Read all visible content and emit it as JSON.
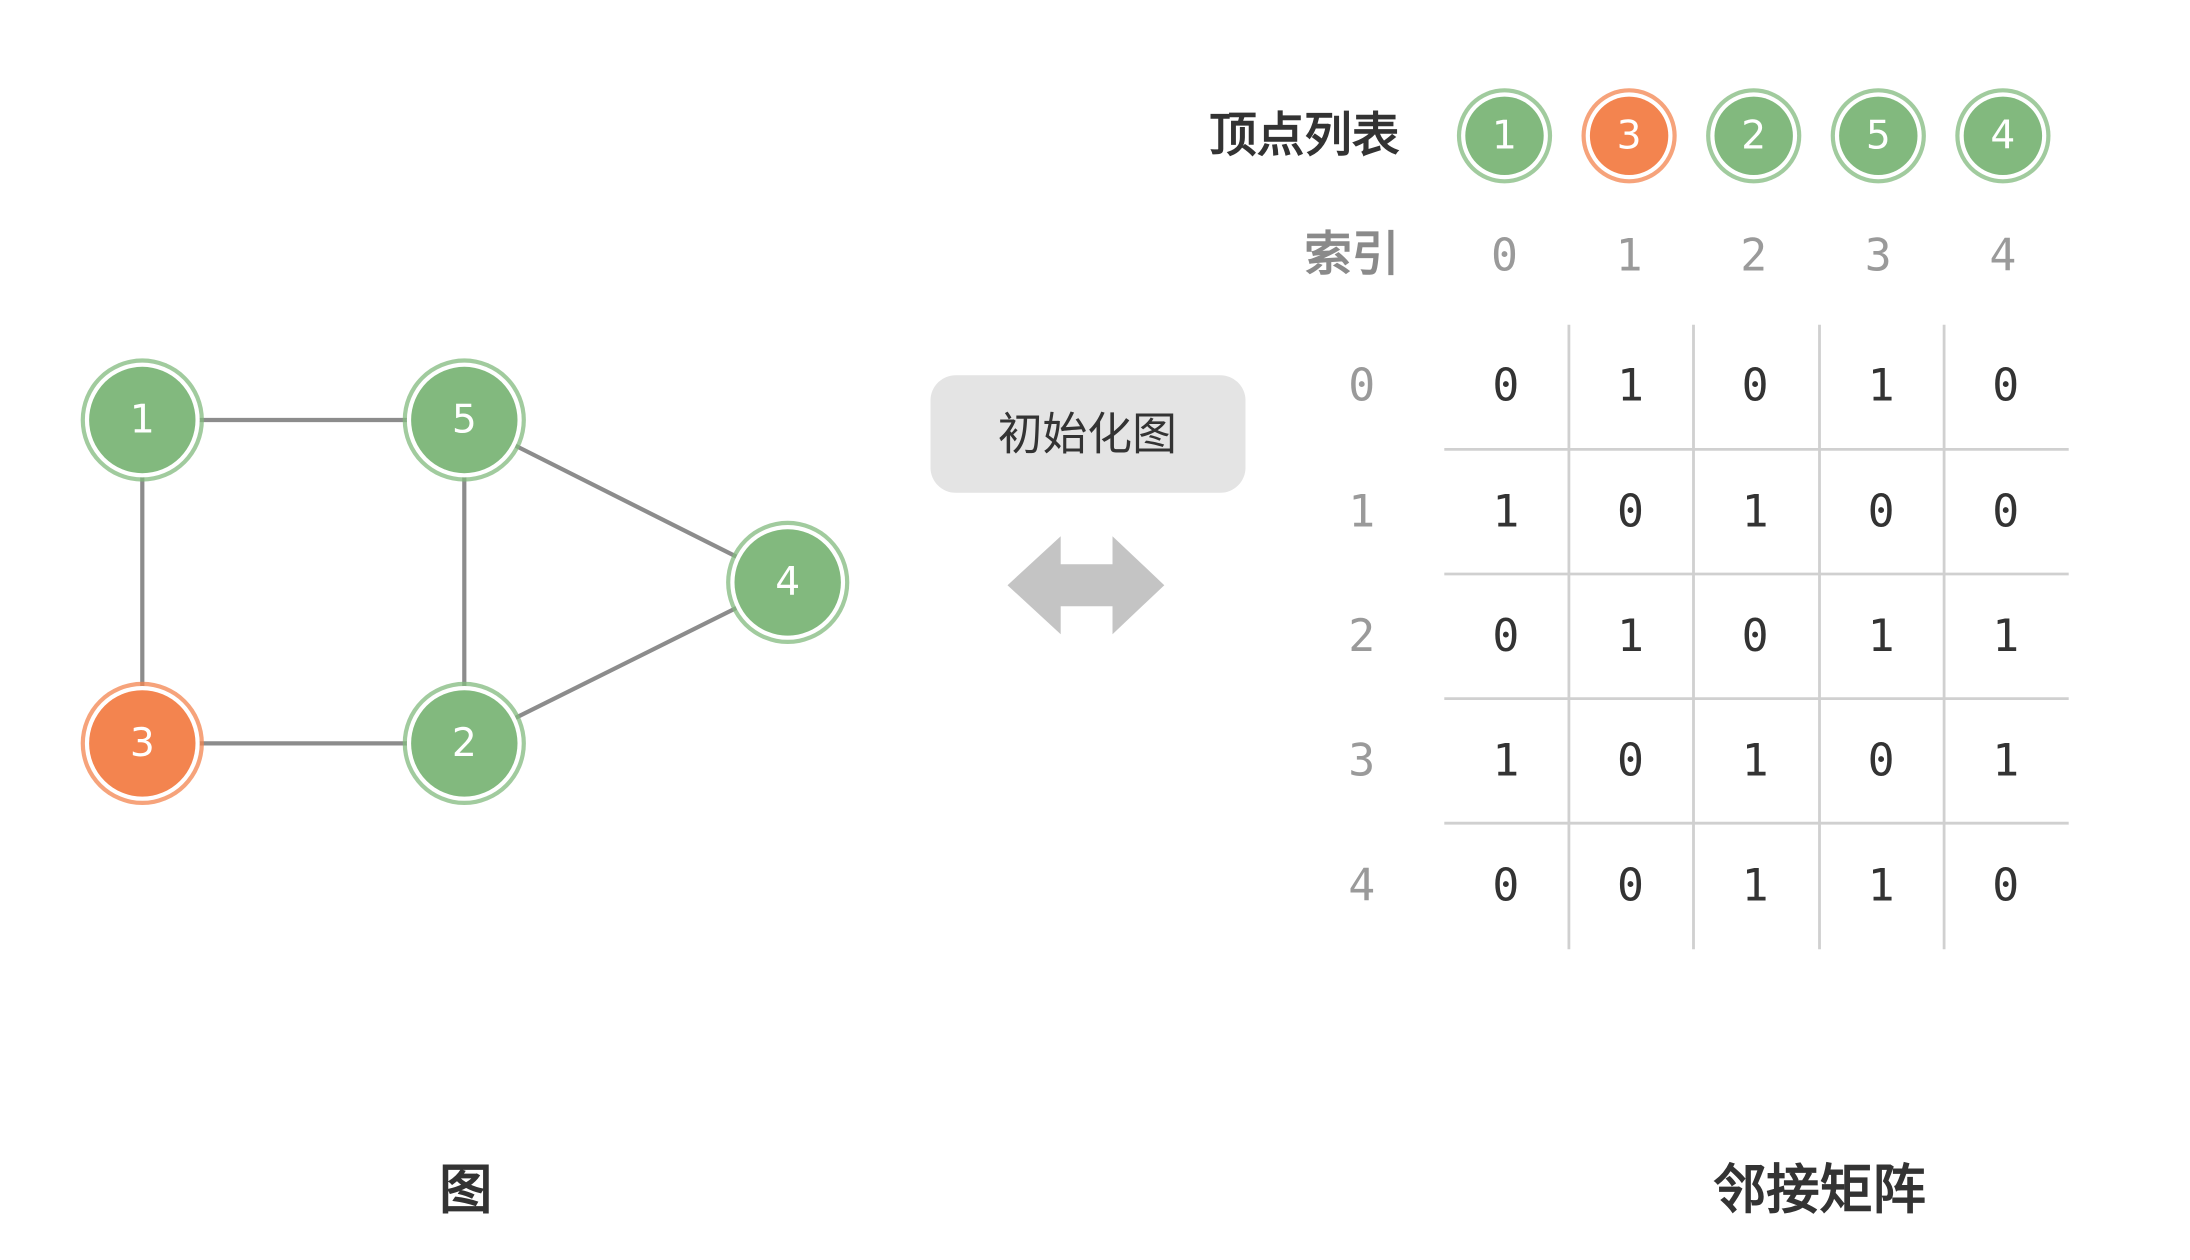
{
  "graph": {
    "caption": "图",
    "nodes": [
      {
        "label": "1",
        "fill": "#82b97e"
      },
      {
        "label": "5",
        "fill": "#82b97e"
      },
      {
        "label": "4",
        "fill": "#82b97e"
      },
      {
        "label": "3",
        "fill": "#f3844f"
      },
      {
        "label": "2",
        "fill": "#82b97e"
      }
    ],
    "edges": [
      [
        0,
        1
      ],
      [
        0,
        3
      ],
      [
        1,
        4
      ],
      [
        1,
        2
      ],
      [
        3,
        4
      ],
      [
        4,
        2
      ]
    ]
  },
  "action": {
    "label": "初始化图"
  },
  "vertex_list": {
    "title": "顶点列表",
    "items": [
      {
        "label": "1",
        "fill": "#82b97e"
      },
      {
        "label": "3",
        "fill": "#f3844f"
      },
      {
        "label": "2",
        "fill": "#82b97e"
      },
      {
        "label": "5",
        "fill": "#82b97e"
      },
      {
        "label": "4",
        "fill": "#82b97e"
      }
    ]
  },
  "index": {
    "title": "索引",
    "values": [
      "0",
      "1",
      "2",
      "3",
      "4"
    ]
  },
  "matrix": {
    "caption": "邻接矩阵",
    "row_labels": [
      "0",
      "1",
      "2",
      "3",
      "4"
    ],
    "rows": [
      [
        0,
        1,
        0,
        1,
        0
      ],
      [
        1,
        0,
        1,
        0,
        0
      ],
      [
        0,
        1,
        0,
        1,
        1
      ],
      [
        1,
        0,
        1,
        0,
        1
      ],
      [
        0,
        0,
        1,
        1,
        0
      ]
    ]
  },
  "colors": {
    "edge": "#8c8c8c",
    "arrow": "#c4c4c4",
    "button_bg": "#e4e4e4",
    "grid": "#d0d0d0",
    "muted_text": "#9a9a9a",
    "text": "#333333"
  }
}
